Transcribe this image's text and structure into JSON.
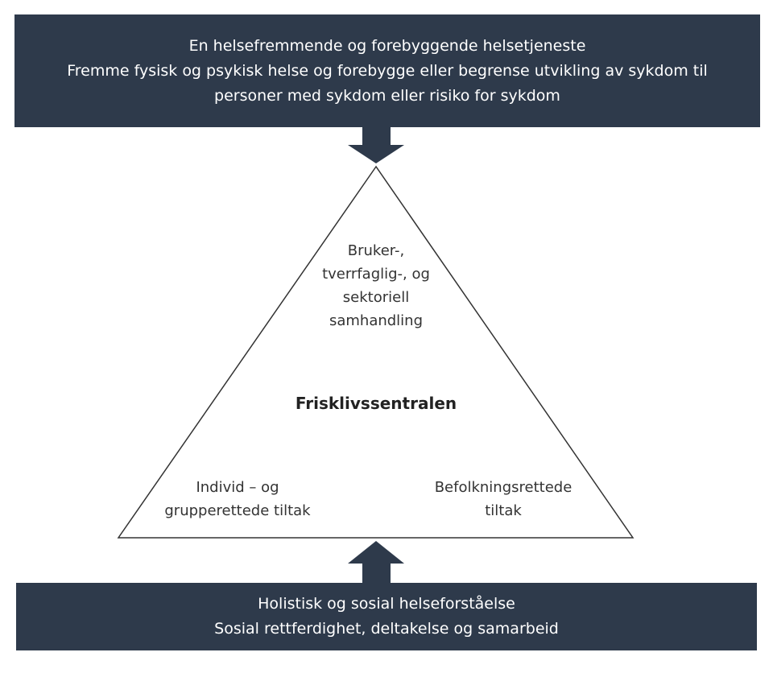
{
  "top_box": {
    "title": "En helsefremmende og forebyggende helsetjeneste",
    "line2": "Fremme fysisk og psykisk helse og forebygge eller begrense utvikling av sykdom til",
    "line3": "personer med sykdom eller risiko for sykdom"
  },
  "triangle": {
    "top": [
      "Bruker-,",
      "tverrfaglig-, og",
      "sektoriell",
      "samhandling"
    ],
    "center": "Frisklivssentralen",
    "bottom_left": [
      "Individ – og",
      "grupperettede tiltak"
    ],
    "bottom_right": [
      "Befolkningsrettede",
      "tiltak"
    ]
  },
  "bottom_box": {
    "title": "Holistisk og sosial helseforståelse",
    "line2": "Sosial rettferdighet, deltakelse og samarbeid"
  },
  "colors": {
    "box": "#2e3a4b",
    "text_light": "#ffffff",
    "text_dark": "#333333"
  }
}
